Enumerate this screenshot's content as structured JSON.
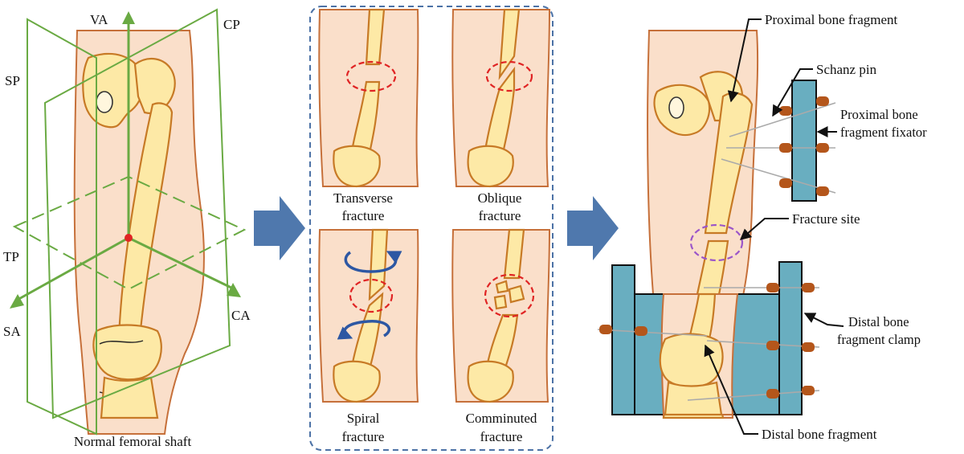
{
  "colors": {
    "skin": "#fadfca",
    "skin_outline": "#c6703a",
    "bone": "#fde9a6",
    "bone_outline": "#c77a26",
    "plane": "#6aaa43",
    "arrow": "#4f78ad",
    "frame": "#4c72a6",
    "fracture_mark": "#e02424",
    "rotation": "#2d57a3",
    "fixator": "#69aec0",
    "pin": "#b4561b",
    "site_mark": "#9b55c9"
  },
  "panel1": {
    "axes": {
      "va": "VA",
      "cp": "CP",
      "sp": "SP",
      "tp": "TP",
      "sa": "SA",
      "ca": "CA"
    },
    "caption": "Normal femoral shaft"
  },
  "panel2": {
    "transverse": {
      "line1": "Transverse",
      "line2": "fracture"
    },
    "oblique": {
      "line1": "Oblique",
      "line2": "fracture"
    },
    "spiral": {
      "line1": "Spiral",
      "line2": "fracture"
    },
    "comminuted": {
      "line1": "Comminuted",
      "line2": "fracture"
    }
  },
  "panel3": {
    "proximal_fragment": "Proximal bone fragment",
    "schanz_pin": "Schanz pin",
    "proximal_fixator": {
      "line1": "Proximal bone",
      "line2": "fragment fixator"
    },
    "fracture_site": "Fracture site",
    "distal_clamp": {
      "line1": "Distal bone",
      "line2": "fragment clamp"
    },
    "distal_fragment": "Distal bone fragment"
  }
}
